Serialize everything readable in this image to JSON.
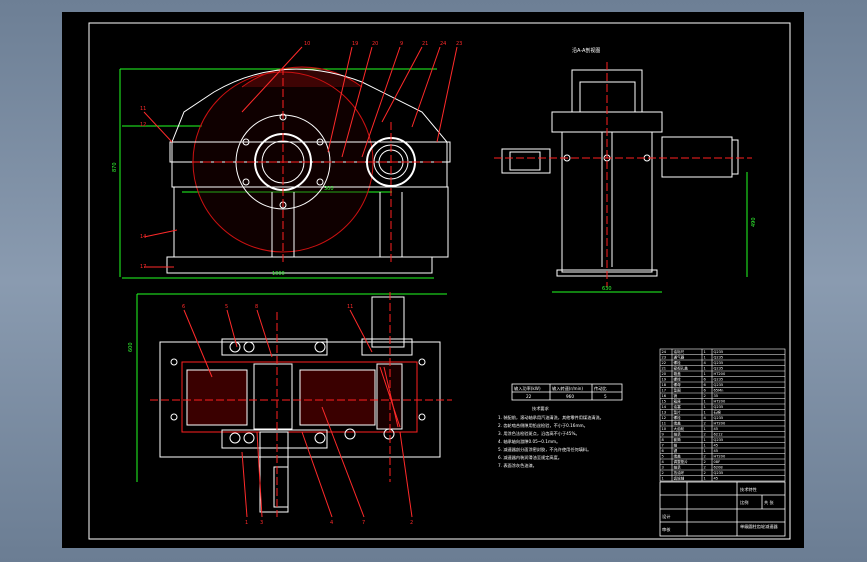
{
  "drawing": {
    "view_title": "沿A-A剖视图",
    "section_caption": "",
    "dims": {
      "width_front": "1000",
      "height_front": "870",
      "center_distance": "300",
      "base_width": "600",
      "side_width": "630",
      "plan_height": "490"
    },
    "balloons_top": [
      "10",
      "19",
      "20",
      "9",
      "21",
      "24",
      "23"
    ],
    "balloons_left": [
      "11",
      "12",
      "14",
      "17"
    ],
    "balloons_plan_top": [
      "6",
      "5",
      "8",
      "11"
    ],
    "balloons_plan_bottom": [
      "1",
      "3",
      "4",
      "7",
      "2"
    ],
    "spec_table": {
      "headers": [
        "输入功率(kW)",
        "输入转速(r/min)",
        "传动比"
      ],
      "row": [
        "22",
        "960",
        "5"
      ]
    },
    "tech_req_title": "技术要求",
    "tech_req": [
      "1. 装配前，滚动轴承用汽油清洗，其他零件用煤油清洗。",
      "2. 齿轮啮合侧隙用铅丝检验，不小于0.16mm。",
      "3. 用涂色法检验斑点，沿齿高不小于45%。",
      "4. 轴承轴向游隙0.05~0.1mm。",
      "5. 减速器剖分面涂密封胶，不允许使用任何填料。",
      "6. 减速器内装润滑油至规定高度。",
      "7. 表面涂灰色油漆。"
    ],
    "parts_list_note": "技术特性",
    "parts": [
      [
        "24",
        "油标尺",
        "1",
        "Q235"
      ],
      [
        "23",
        "通气器",
        "1",
        "Q235"
      ],
      [
        "22",
        "螺栓",
        "4",
        "Q235"
      ],
      [
        "21",
        "窥视孔盖",
        "1",
        "Q235"
      ],
      [
        "20",
        "箱盖",
        "1",
        "HT200"
      ],
      [
        "19",
        "螺栓",
        "6",
        "Q235"
      ],
      [
        "18",
        "螺母",
        "6",
        "Q235"
      ],
      [
        "17",
        "垫圈",
        "6",
        "65Mn"
      ],
      [
        "16",
        "销",
        "2",
        "35"
      ],
      [
        "15",
        "箱座",
        "1",
        "HT200"
      ],
      [
        "14",
        "油塞",
        "1",
        "Q235"
      ],
      [
        "13",
        "垫片",
        "1",
        "石棉"
      ],
      [
        "12",
        "螺栓",
        "4",
        "Q235"
      ],
      [
        "11",
        "端盖",
        "2",
        "HT200"
      ],
      [
        "10",
        "大齿轮",
        "1",
        "45"
      ],
      [
        "9",
        "轴承",
        "2",
        "6212"
      ],
      [
        "8",
        "套筒",
        "1",
        "Q235"
      ],
      [
        "7",
        "轴",
        "1",
        "45"
      ],
      [
        "6",
        "键",
        "1",
        "45"
      ],
      [
        "5",
        "端盖",
        "2",
        "HT200"
      ],
      [
        "4",
        "调整垫片",
        "2",
        "08F"
      ],
      [
        "3",
        "轴承",
        "2",
        "6208"
      ],
      [
        "2",
        "挡油环",
        "2",
        "Q235"
      ],
      [
        "1",
        "齿轮轴",
        "1",
        "45"
      ]
    ],
    "title_block": {
      "name": "单级圆柱齿轮减速器",
      "drawn": "设计",
      "checked": "审核",
      "scale_label": "比例",
      "sheet_label": "共 张"
    }
  },
  "colors": {
    "outline": "#ffffff",
    "center": "#ff2020",
    "dim": "#22ff22",
    "leader": "#ff2a2a",
    "gear": "#cc1111"
  }
}
